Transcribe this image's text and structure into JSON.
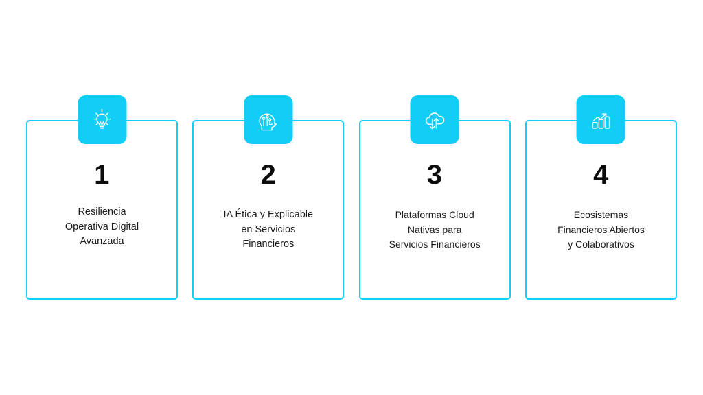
{
  "canvas": {
    "background_color": "#FFFFFF",
    "accent_color": "#12CDF5",
    "text_color": "#1B1B1B"
  },
  "cards": [
    {
      "number": "1",
      "title": "Resiliencia\nOperativa Digital\nAvanzada",
      "icon": "lightbulb-icon"
    },
    {
      "number": "2",
      "title": "IA Ética y Explicable\nen Servicios\nFinancieros",
      "icon": "ai-head-circuit-icon"
    },
    {
      "number": "3",
      "title": "Plataformas Cloud\nNativas para\nServicios Financieros",
      "icon": "cloud-sync-arrows-icon"
    },
    {
      "number": "4",
      "title": "Ecosistemas\nFinancieros Abiertos\ny Colaborativos",
      "icon": "bar-chart-growth-icon"
    }
  ]
}
